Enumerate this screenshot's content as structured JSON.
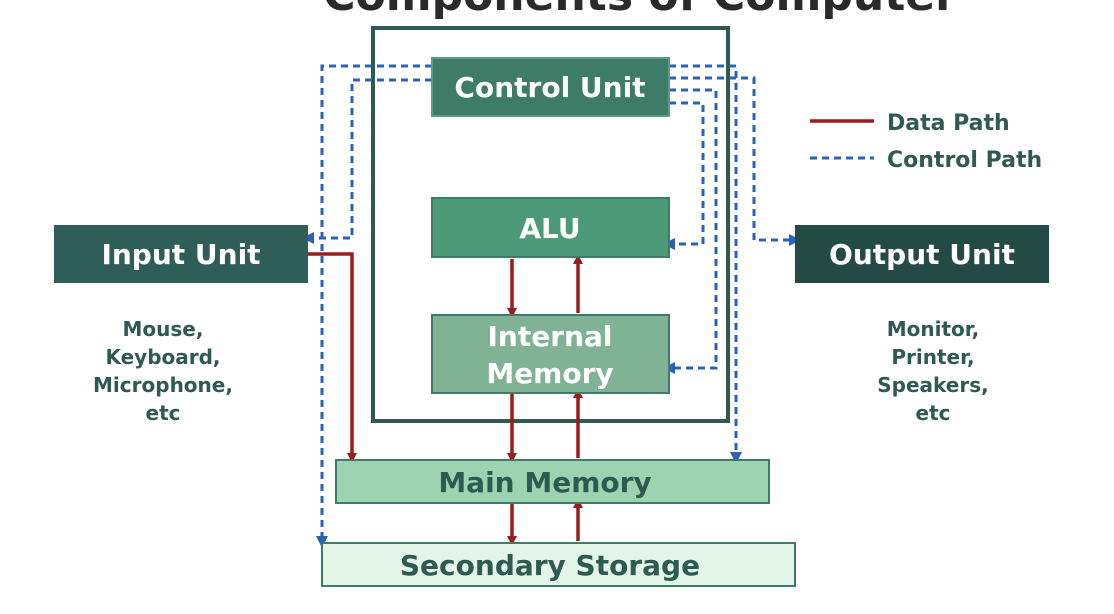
{
  "title": "Components of Computer",
  "boxes": {
    "control_unit": "Control Unit",
    "alu": "ALU",
    "internal_memory_line1": "Internal",
    "internal_memory_line2": "Memory",
    "input_unit": "Input Unit",
    "output_unit": "Output Unit",
    "main_memory": "Main Memory",
    "secondary_storage": "Secondary Storage"
  },
  "input_examples": [
    "Mouse,",
    "Keyboard,",
    "Microphone,",
    "etc"
  ],
  "output_examples": [
    "Monitor,",
    "Printer,",
    "Speakers,",
    "etc"
  ],
  "legend": {
    "data_path": "Data Path",
    "control_path": "Control Path"
  },
  "colors": {
    "data_path": "#9b1c1c",
    "control_path": "#2a62b8",
    "frame": "#2f5a52",
    "control_unit_fill": "#3e7c68",
    "alu_fill": "#4d9a7b",
    "internal_memory_fill": "#7fb394",
    "io_fill": "#2f5d57",
    "output_fill": "#244a46",
    "main_memory_fill": "#9ed3b1",
    "secondary_storage_fill": "#e3f4e8"
  }
}
